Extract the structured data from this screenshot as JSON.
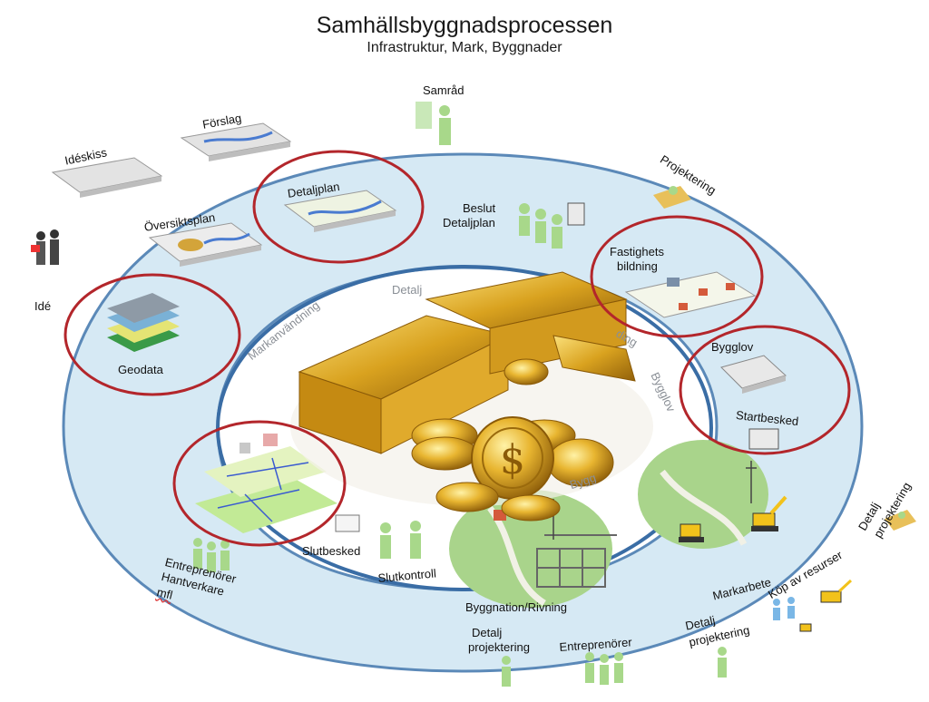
{
  "header": {
    "title": "Samhällsbyggnadsprocessen",
    "subtitle": "Infrastruktur, Mark, Byggnader"
  },
  "stages": {
    "ide": "Idé",
    "ideskiss": "Idéskiss",
    "forslag": "Förslag",
    "samrad": "Samråd",
    "oversiktsplan": "Översiktsplan",
    "detaljplan": "Detaljplan",
    "beslut_line1": "Beslut",
    "beslut_line2": "Detaljplan",
    "projektering": "Projektering",
    "fastighets_line1": "Fastighets",
    "fastighets_line2": "bildning",
    "geodata": "Geodata",
    "bygglov": "Bygglov",
    "startbesked": "Startbesked",
    "detalj_proj_right_1": "Detalj",
    "detalj_proj_right_2": "projektering",
    "slutbesked": "Slutbesked",
    "slutkontroll": "Slutkontroll",
    "entreprenorer_left_1": "Entreprenörer",
    "entreprenorer_left_2": "Hantverkare",
    "entreprenorer_left_3": "mfl",
    "byggnation": "Byggnation/Rivning",
    "markarbete": "Markarbete",
    "kop_av_resurser": "Köp av resurser",
    "detalj_proj_bottom_1": "Detalj",
    "detalj_proj_bottom_2": "projektering",
    "entreprenorer_bottom": "Entreprenörer",
    "detalj_proj_bottom2_1": "Detalj",
    "detalj_proj_bottom2_2": "projektering"
  },
  "inner_ring": {
    "markanvandning": "Markanvändning",
    "detalj_partial": "Detalj",
    "ding_partial": "ding",
    "bygglov_partial": "Bygglov",
    "bygg_partial": "Bygg"
  },
  "colors": {
    "ring_fill": "#d6e9f4",
    "ring_stroke": "#5b89b8",
    "highlight_circle": "#b3262b",
    "gold": "#d8a21d",
    "field_green": "#a9d48b"
  }
}
